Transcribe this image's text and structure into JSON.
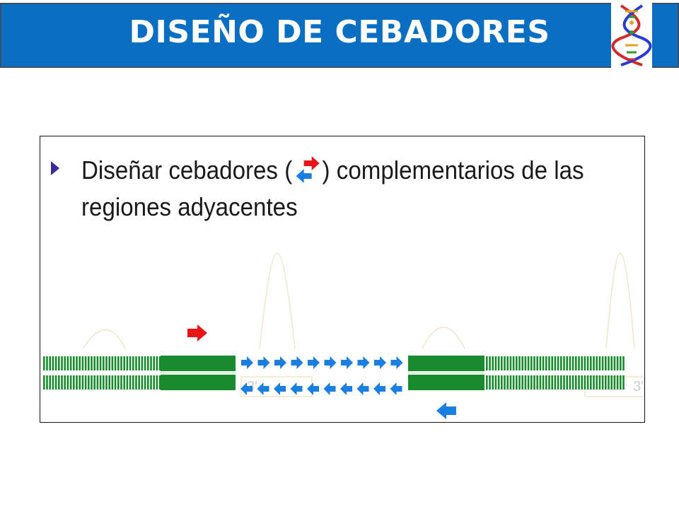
{
  "slide": {
    "title": "DISEÑO DE CEBADORES",
    "bullet_before": "Diseñar cebadores (",
    "bullet_after": ") complementarios de las regiones adyacentes"
  },
  "diagram": {
    "ghost_labels": [
      "3'",
      "3'"
    ]
  },
  "colors": {
    "header_bg": "#0a6fc2",
    "title_text": "#ffffff",
    "forward_primer": "#e8141a",
    "reverse_primer": "#1a7fe0",
    "dna_strand": "#1a8a2e",
    "bullet": "#3a2a9a"
  },
  "icons": [
    "dna-helix-icon",
    "bullet-triangle-icon",
    "forward-primer-arrow-icon",
    "reverse-primer-arrow-icon"
  ]
}
